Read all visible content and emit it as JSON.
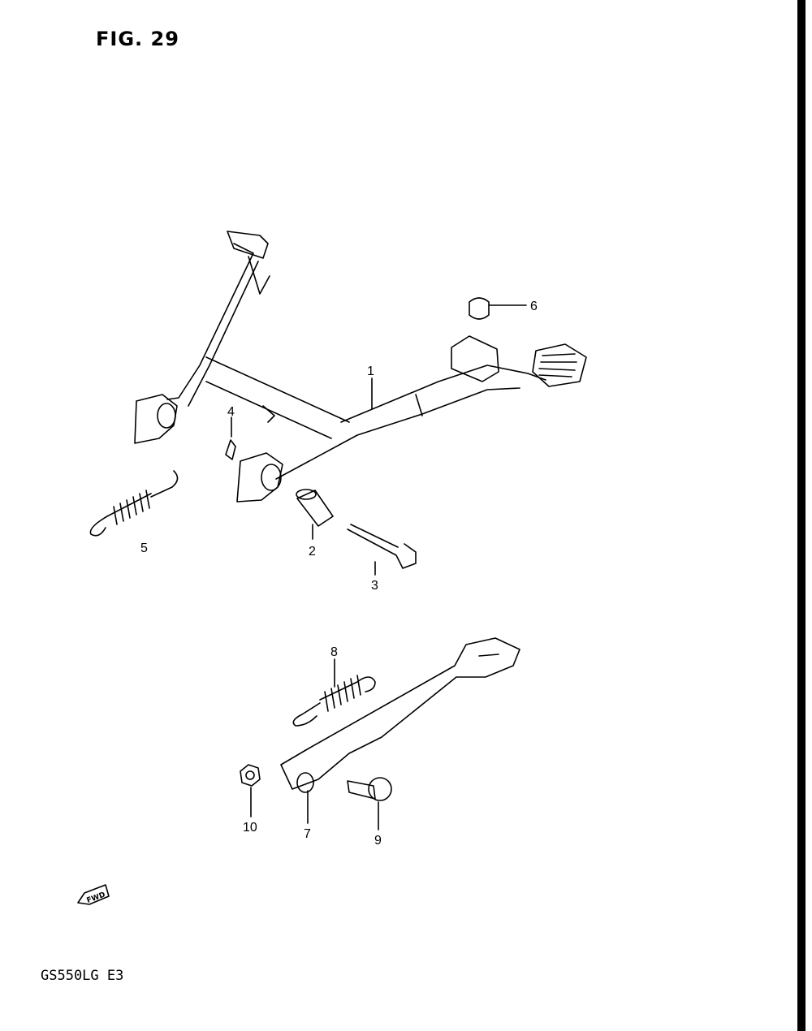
{
  "figure": {
    "title": "FIG. 29"
  },
  "footer": {
    "model_code": "GS550LG  E3"
  },
  "fwd_badge": {
    "text": "FWD"
  },
  "callouts": {
    "c1": "1",
    "c2": "2",
    "c3": "3",
    "c4": "4",
    "c5": "5",
    "c6": "6",
    "c7": "7",
    "c8": "8",
    "c9": "9",
    "c10": "10"
  }
}
